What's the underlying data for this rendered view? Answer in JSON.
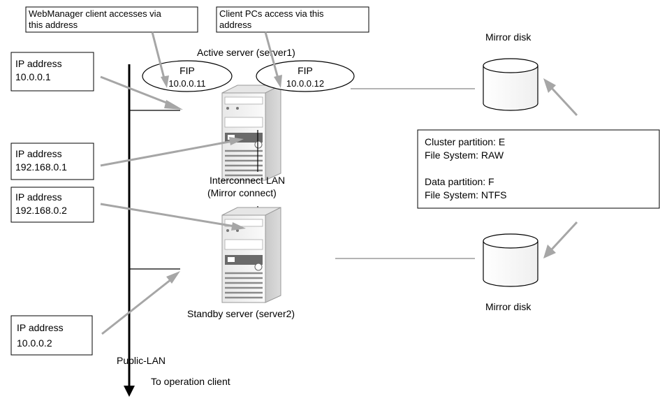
{
  "callouts": {
    "webmanager_note": [
      "WebManager client accesses via",
      "this address"
    ],
    "client_pc_note": [
      "Client PCs access via this",
      "address"
    ],
    "ip1": [
      "IP address",
      "10.0.0.1"
    ],
    "ip2": [
      "IP address",
      "192.168.0.1"
    ],
    "ip3": [
      "IP address",
      "192.168.0.2"
    ],
    "ip4": [
      "IP address",
      "10.0.0.2"
    ],
    "partition_info": [
      "Cluster partition: E",
      "File System: RAW",
      "",
      "Data partition: F",
      "File System: NTFS"
    ]
  },
  "fips": [
    {
      "label": "FIP",
      "address": "10.0.0.11"
    },
    {
      "label": "FIP",
      "address": "10.0.0.12"
    }
  ],
  "servers": {
    "active": "Active server (server1)",
    "standby": "Standby server (server2)"
  },
  "interconnect": [
    "Interconnect LAN",
    "(Mirror connect)"
  ],
  "disks": {
    "top_label": "Mirror disk",
    "bottom_label": "Mirror disk"
  },
  "network": {
    "public_lan": "Public-LAN",
    "to_client": "To operation client"
  },
  "colors": {
    "callout_arrow": "#a6a6a6",
    "connector_line": "#888888",
    "server_body": "#f2f2f2"
  }
}
